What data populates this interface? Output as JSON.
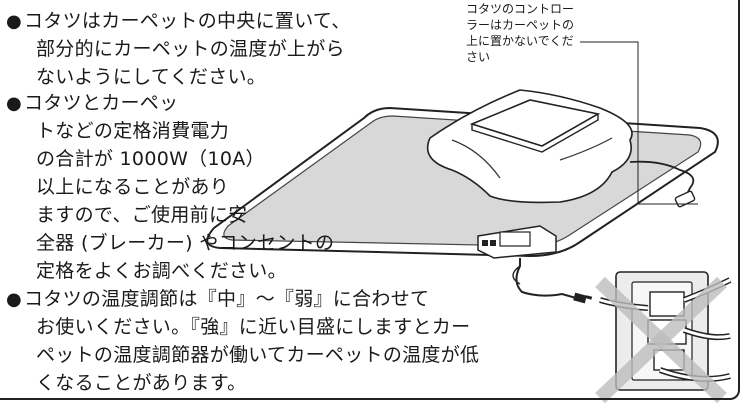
{
  "bullet_symbol": "●",
  "note1": {
    "lines": [
      "コタツはカーペットの中央に置いて、",
      "部分的にカーペットの温度が上がら",
      "ないようにしてください。"
    ]
  },
  "note2": {
    "lines": [
      "コタツとカーペッ",
      "トなどの定格消費電力",
      "の合計が 1000W（10A）",
      "以上になることがあり",
      "ますので、ご使用前に安",
      "全器 (ブレーカー) やコンセントの",
      "定格をよくお調べください。"
    ]
  },
  "note3": {
    "lines": [
      "コタツの温度調節は『中』～『弱』に合わせて",
      "お使いください。『強』に近い目盛にしますとカー",
      "ペットの温度調節器が働いてカーペットの温度が低",
      "くなることがあります。"
    ]
  },
  "callout": {
    "lines": [
      "コタツのコントロー",
      "ラーはカーペットの",
      "上に置かないでくだ",
      "さい"
    ]
  }
}
